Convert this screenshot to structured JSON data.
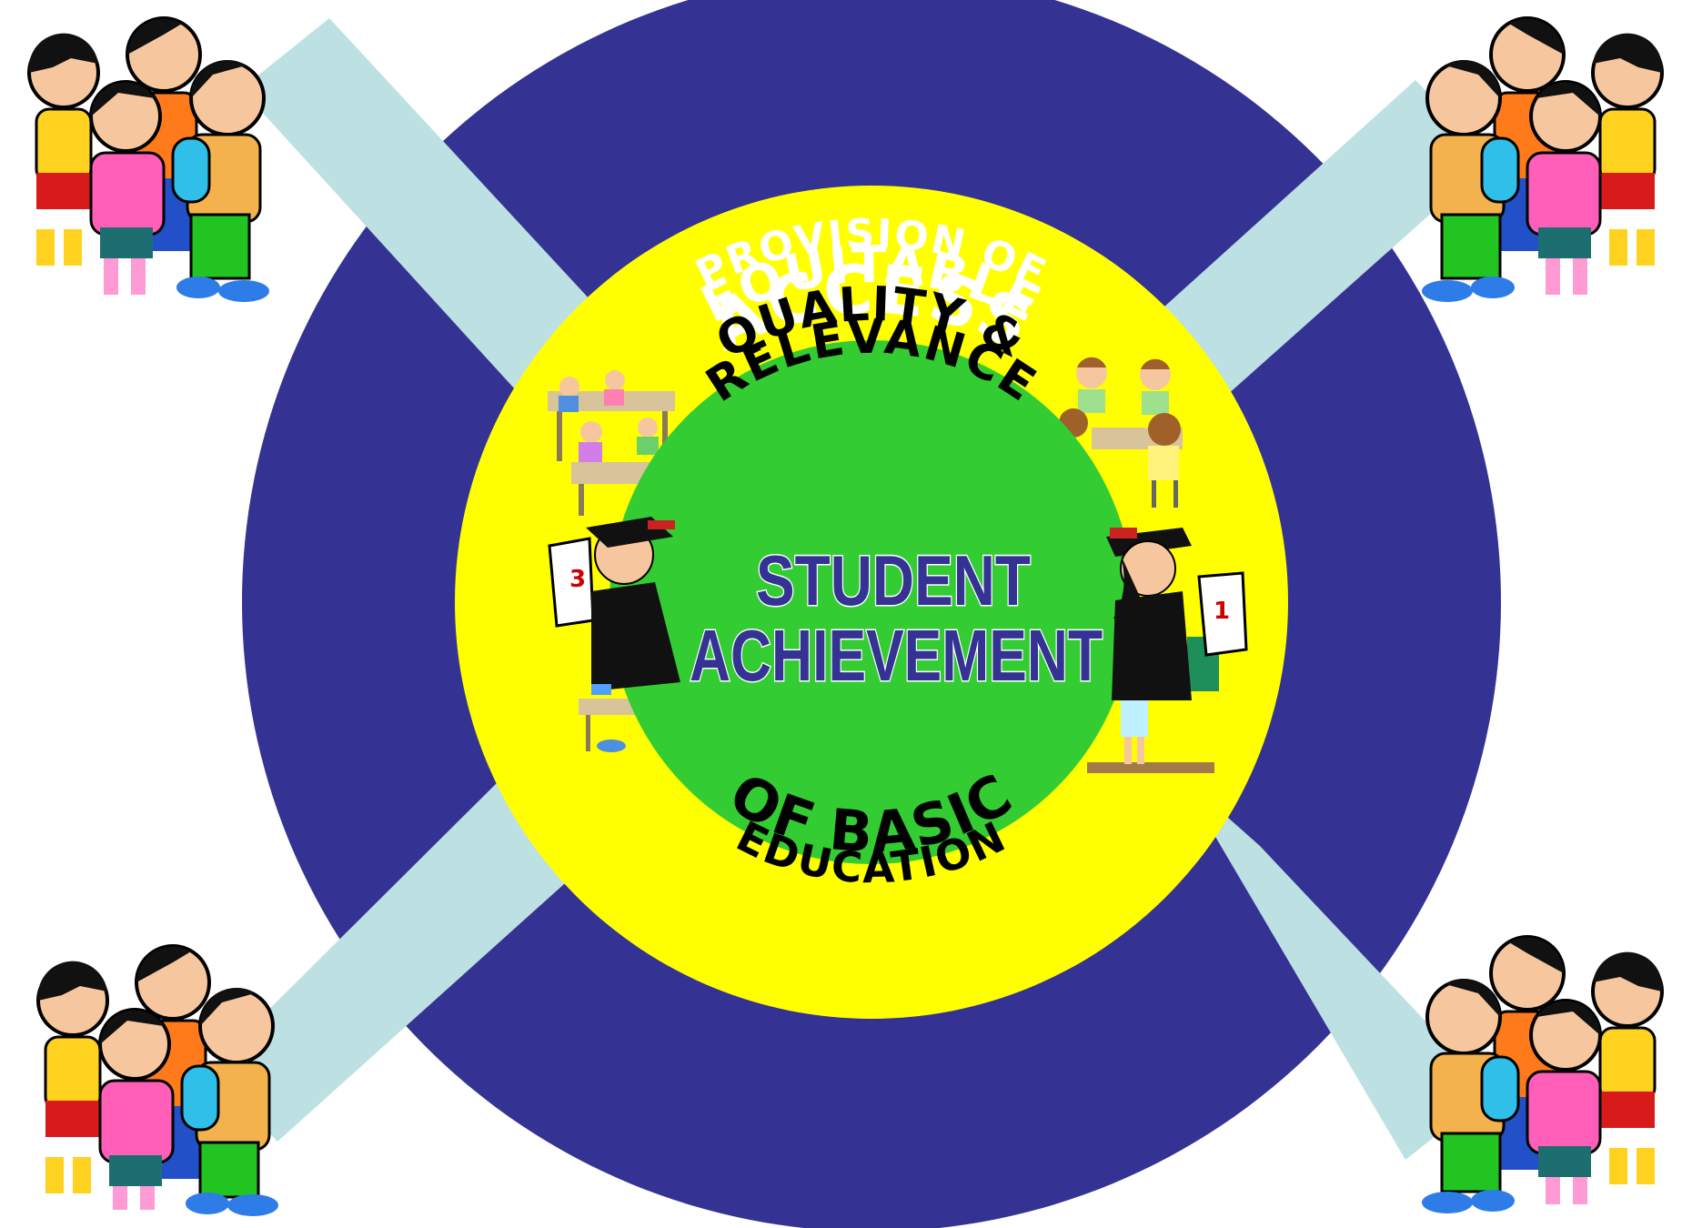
{
  "outer_ring": {
    "line1": "PROVISION OF",
    "line2": "EQUITABLE",
    "line3": "ACCESS"
  },
  "middle_ring": {
    "top_line1": "QUALITY &",
    "top_line2": "RELEVANCE",
    "bottom_line1": "OF BASIC",
    "bottom_line2": "EDUCATION"
  },
  "core": {
    "line1": "STUDENT",
    "line2": "ACHIEVEMENT"
  },
  "colors": {
    "outer_ring": "#343393",
    "middle_ring": "#ffff00",
    "core": "#33cc33",
    "band": "#bde0e3",
    "core_text": "#343393",
    "outer_text": "#ffffff",
    "middle_text": "#000000"
  },
  "icons": {
    "corner_groups": "children-group-icon",
    "classroom": "classroom-icon",
    "graduates": "graduate-icon"
  }
}
